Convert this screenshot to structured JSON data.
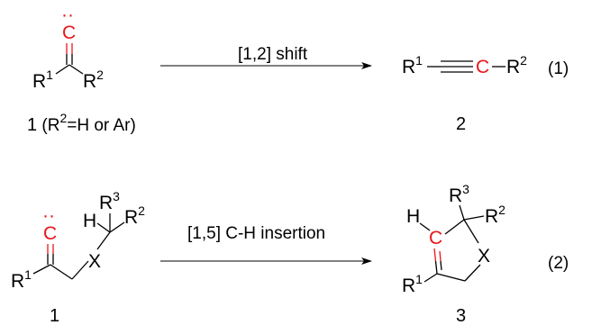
{
  "reaction1": {
    "reactant": {
      "carbene_atom": "C",
      "lone_pair": "··",
      "substituent_a": "R",
      "substituent_a_sup": "1",
      "substituent_b": "R",
      "substituent_b_sup": "2"
    },
    "reactant_label": {
      "number": "1",
      "open": " (R",
      "sup": "2",
      "rest": "=H or Ar)"
    },
    "arrow_label": "[1,2] shift",
    "product": {
      "substituent_a": "R",
      "substituent_a_sup": "1",
      "carbon_atom": "C",
      "substituent_b": "R",
      "substituent_b_sup": "2"
    },
    "product_label": "2",
    "equation_number": "(1)"
  },
  "reaction2": {
    "reactant": {
      "carbene_atom": "C",
      "lone_pair": "··",
      "hydrogen": "H",
      "substituent_top": "R",
      "substituent_top_sup": "3",
      "substituent_right": "R",
      "substituent_right_sup": "2",
      "heteroatom": "X",
      "substituent_left": "R",
      "substituent_left_sup": "1"
    },
    "reactant_label": "1",
    "arrow_label": "[1,5] C-H insertion",
    "product": {
      "hydrogen": "H",
      "carbon_atom": "C",
      "substituent_top": "R",
      "substituent_top_sup": "3",
      "substituent_right": "R",
      "substituent_right_sup": "2",
      "heteroatom": "X",
      "substituent_left": "R",
      "substituent_left_sup": "1"
    },
    "product_label": "3",
    "equation_number": "(2)"
  },
  "colors": {
    "highlight": "#e8161b",
    "ink": "#000000"
  }
}
